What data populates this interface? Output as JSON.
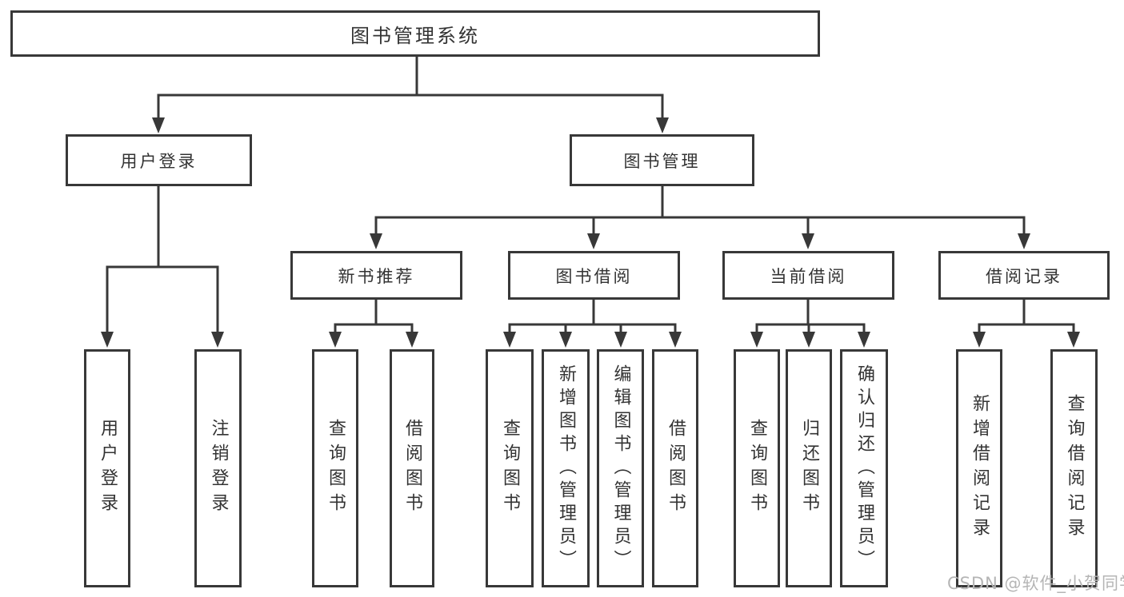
{
  "diagram": {
    "type": "hierarchy",
    "tree": {
      "label": "图书管理系统",
      "children": [
        {
          "label": "用户登录",
          "children": [
            {
              "label": "用户登录"
            },
            {
              "label": "注销登录"
            }
          ]
        },
        {
          "label": "图书管理",
          "children": [
            {
              "label": "新书推荐",
              "children": [
                {
                  "label": "查询图书"
                },
                {
                  "label": "借阅图书"
                }
              ]
            },
            {
              "label": "图书借阅",
              "children": [
                {
                  "label": "查询图书"
                },
                {
                  "label": "新增图书（管理员）"
                },
                {
                  "label": "编辑图书（管理员）"
                },
                {
                  "label": "借阅图书"
                }
              ]
            },
            {
              "label": "当前借阅",
              "children": [
                {
                  "label": "查询图书"
                },
                {
                  "label": "归还图书"
                },
                {
                  "label": "确认归还（管理员）"
                }
              ]
            },
            {
              "label": "借阅记录",
              "children": [
                {
                  "label": "新增借阅记录"
                },
                {
                  "label": "查询借阅记录"
                }
              ]
            }
          ]
        }
      ]
    },
    "line_color": "#383838",
    "box_border_color": "#383838",
    "text_color": "#333333"
  },
  "watermark": {
    "text": "CSDN @软件_小贺同学",
    "color": "#b5b5b5"
  }
}
